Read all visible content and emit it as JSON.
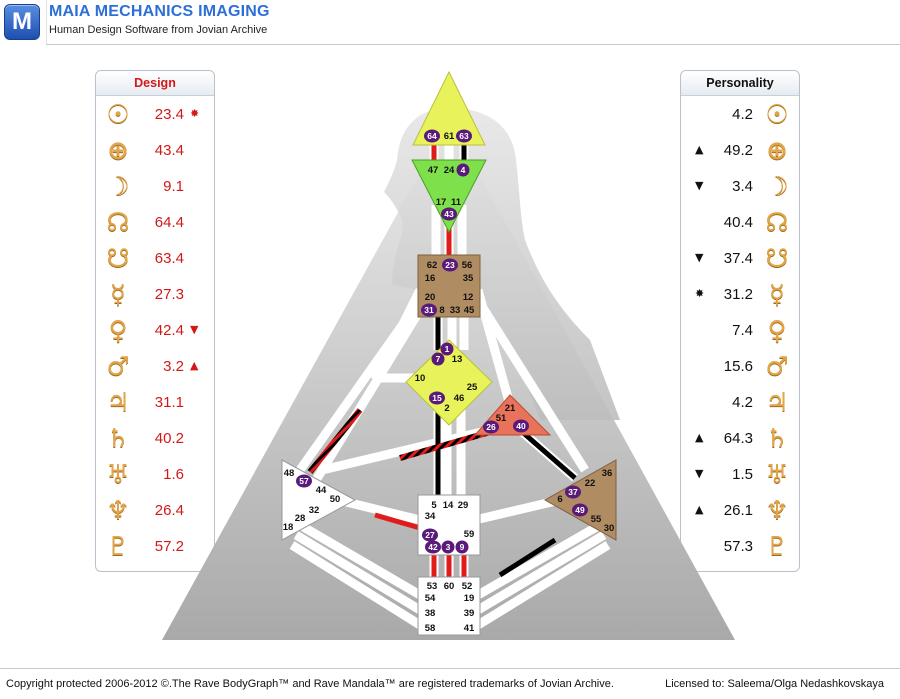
{
  "header": {
    "logo_letter": "M",
    "title": "MAIA MECHANICS IMAGING",
    "subtitle": "Human Design Software from Jovian Archive"
  },
  "design": {
    "title": "Design",
    "rows": [
      {
        "icon": "sun-icon",
        "glyph": "☉",
        "value": "23.4",
        "mark": "✸"
      },
      {
        "icon": "earth-icon",
        "glyph": "⊕",
        "value": "43.4",
        "mark": ""
      },
      {
        "icon": "moon-icon",
        "glyph": "☽",
        "value": "9.1",
        "mark": ""
      },
      {
        "icon": "north-node-icon",
        "glyph": "☊",
        "value": "64.4",
        "mark": ""
      },
      {
        "icon": "south-node-icon",
        "glyph": "☋",
        "value": "63.4",
        "mark": ""
      },
      {
        "icon": "mercury-icon",
        "glyph": "☿",
        "value": "27.3",
        "mark": ""
      },
      {
        "icon": "venus-icon",
        "glyph": "♀",
        "value": "42.4",
        "mark": "▼"
      },
      {
        "icon": "mars-icon",
        "glyph": "♂",
        "value": "3.2",
        "mark": "▲"
      },
      {
        "icon": "jupiter-icon",
        "glyph": "♃",
        "value": "31.1",
        "mark": ""
      },
      {
        "icon": "saturn-icon",
        "glyph": "♄",
        "value": "40.2",
        "mark": ""
      },
      {
        "icon": "uranus-icon",
        "glyph": "♅",
        "value": "1.6",
        "mark": ""
      },
      {
        "icon": "neptune-icon",
        "glyph": "♆",
        "value": "26.4",
        "mark": ""
      },
      {
        "icon": "pluto-icon",
        "glyph": "♇",
        "value": "57.2",
        "mark": ""
      }
    ]
  },
  "personality": {
    "title": "Personality",
    "rows": [
      {
        "icon": "sun-icon",
        "glyph": "☉",
        "value": "4.2",
        "mark": ""
      },
      {
        "icon": "earth-icon",
        "glyph": "⊕",
        "value": "49.2",
        "mark": "▲"
      },
      {
        "icon": "moon-icon",
        "glyph": "☽",
        "value": "3.4",
        "mark": "▼"
      },
      {
        "icon": "north-node-icon",
        "glyph": "☊",
        "value": "40.4",
        "mark": ""
      },
      {
        "icon": "south-node-icon",
        "glyph": "☋",
        "value": "37.4",
        "mark": "▼"
      },
      {
        "icon": "mercury-icon",
        "glyph": "☿",
        "value": "31.2",
        "mark": "✸"
      },
      {
        "icon": "venus-icon",
        "glyph": "♀",
        "value": "7.4",
        "mark": ""
      },
      {
        "icon": "mars-icon",
        "glyph": "♂",
        "value": "15.6",
        "mark": ""
      },
      {
        "icon": "jupiter-icon",
        "glyph": "♃",
        "value": "4.2",
        "mark": ""
      },
      {
        "icon": "saturn-icon",
        "glyph": "♄",
        "value": "64.3",
        "mark": "▲"
      },
      {
        "icon": "uranus-icon",
        "glyph": "♅",
        "value": "1.5",
        "mark": "▼"
      },
      {
        "icon": "neptune-icon",
        "glyph": "♆",
        "value": "26.1",
        "mark": "▲"
      },
      {
        "icon": "pluto-icon",
        "glyph": "♇",
        "value": "57.3",
        "mark": ""
      }
    ]
  },
  "bodygraph": {
    "gates_plain": [
      "61",
      "47",
      "24",
      "17",
      "11",
      "62",
      "56",
      "16",
      "35",
      "20",
      "12",
      "8",
      "33",
      "45",
      "13",
      "10",
      "25",
      "46",
      "2",
      "21",
      "51",
      "48",
      "44",
      "50",
      "32",
      "28",
      "18",
      "5",
      "14",
      "29",
      "34",
      "59",
      "36",
      "22",
      "6",
      "55",
      "30",
      "53",
      "60",
      "52",
      "54",
      "19",
      "38",
      "39",
      "58",
      "41"
    ],
    "gates_activated": [
      "64",
      "63",
      "4",
      "43",
      "23",
      "31",
      "1",
      "7",
      "15",
      "26",
      "40",
      "57",
      "27",
      "42",
      "3",
      "9",
      "37",
      "49"
    ],
    "colors": {
      "design": "#e11a1a",
      "personality": "#000000",
      "activated_gate": "#5a1a7a",
      "head": "#e8f25a",
      "ajna": "#7ee04a",
      "brown_center": "#b08c62",
      "g_center": "#e8f25a",
      "ego": "#e8735a",
      "white_center": "#ffffff"
    }
  },
  "footer": {
    "copyright": "Copyright protected 2006-2012 ©.The Rave BodyGraph™ and Rave Mandala™ are registered trademarks of Jovian Archive.",
    "license": "Licensed to: Saleema/Olga Nedashkovskaya"
  }
}
